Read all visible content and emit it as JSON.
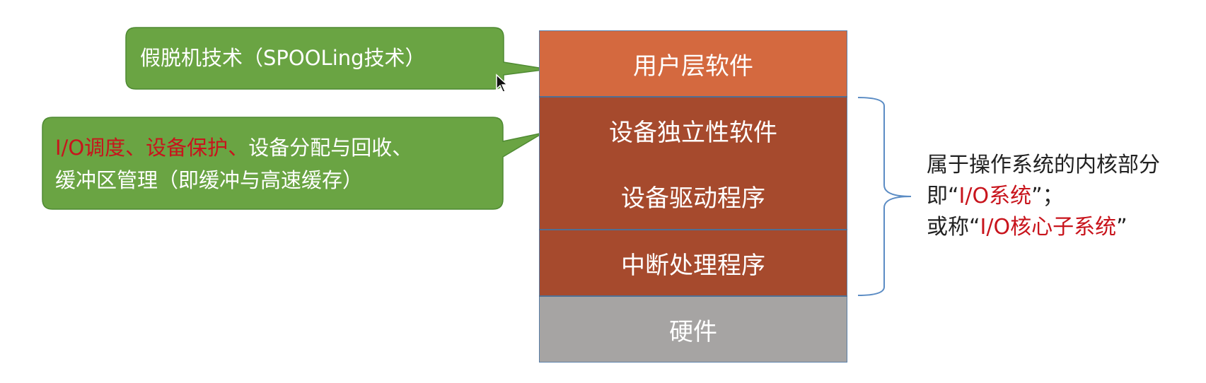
{
  "layers": {
    "user": "用户层软件",
    "indep": "设备独立性软件",
    "driver": "设备驱动程序",
    "irq": "中断处理程序",
    "hw": "硬件"
  },
  "callout1": {
    "text": "假脱机技术（SPOOLing技术）"
  },
  "callout2": {
    "line1_part1": "I/O调度",
    "line1_sep1": "、",
    "line1_part2": "设备保护",
    "line1_sep2": "、",
    "line1_part3": "设备分配与回收、",
    "line2": "缓冲区管理（即缓冲与高速缓存）"
  },
  "kernel_note": {
    "line1": "属于操作系统的内核部分",
    "line2_prefix": "即“",
    "line2_highlight": "I/O系统",
    "line2_suffix": "”；",
    "line3_prefix": "或称“",
    "line3_highlight": "I/O核心子系统",
    "line3_suffix": "”"
  },
  "colors": {
    "user_layer": "#d4693f",
    "kernel_layers": "#a64a2d",
    "hardware_layer": "#a6a4a3",
    "callout_fill": "#6aa443",
    "highlight_red": "#c8141c",
    "brace": "#5b8cc4"
  }
}
